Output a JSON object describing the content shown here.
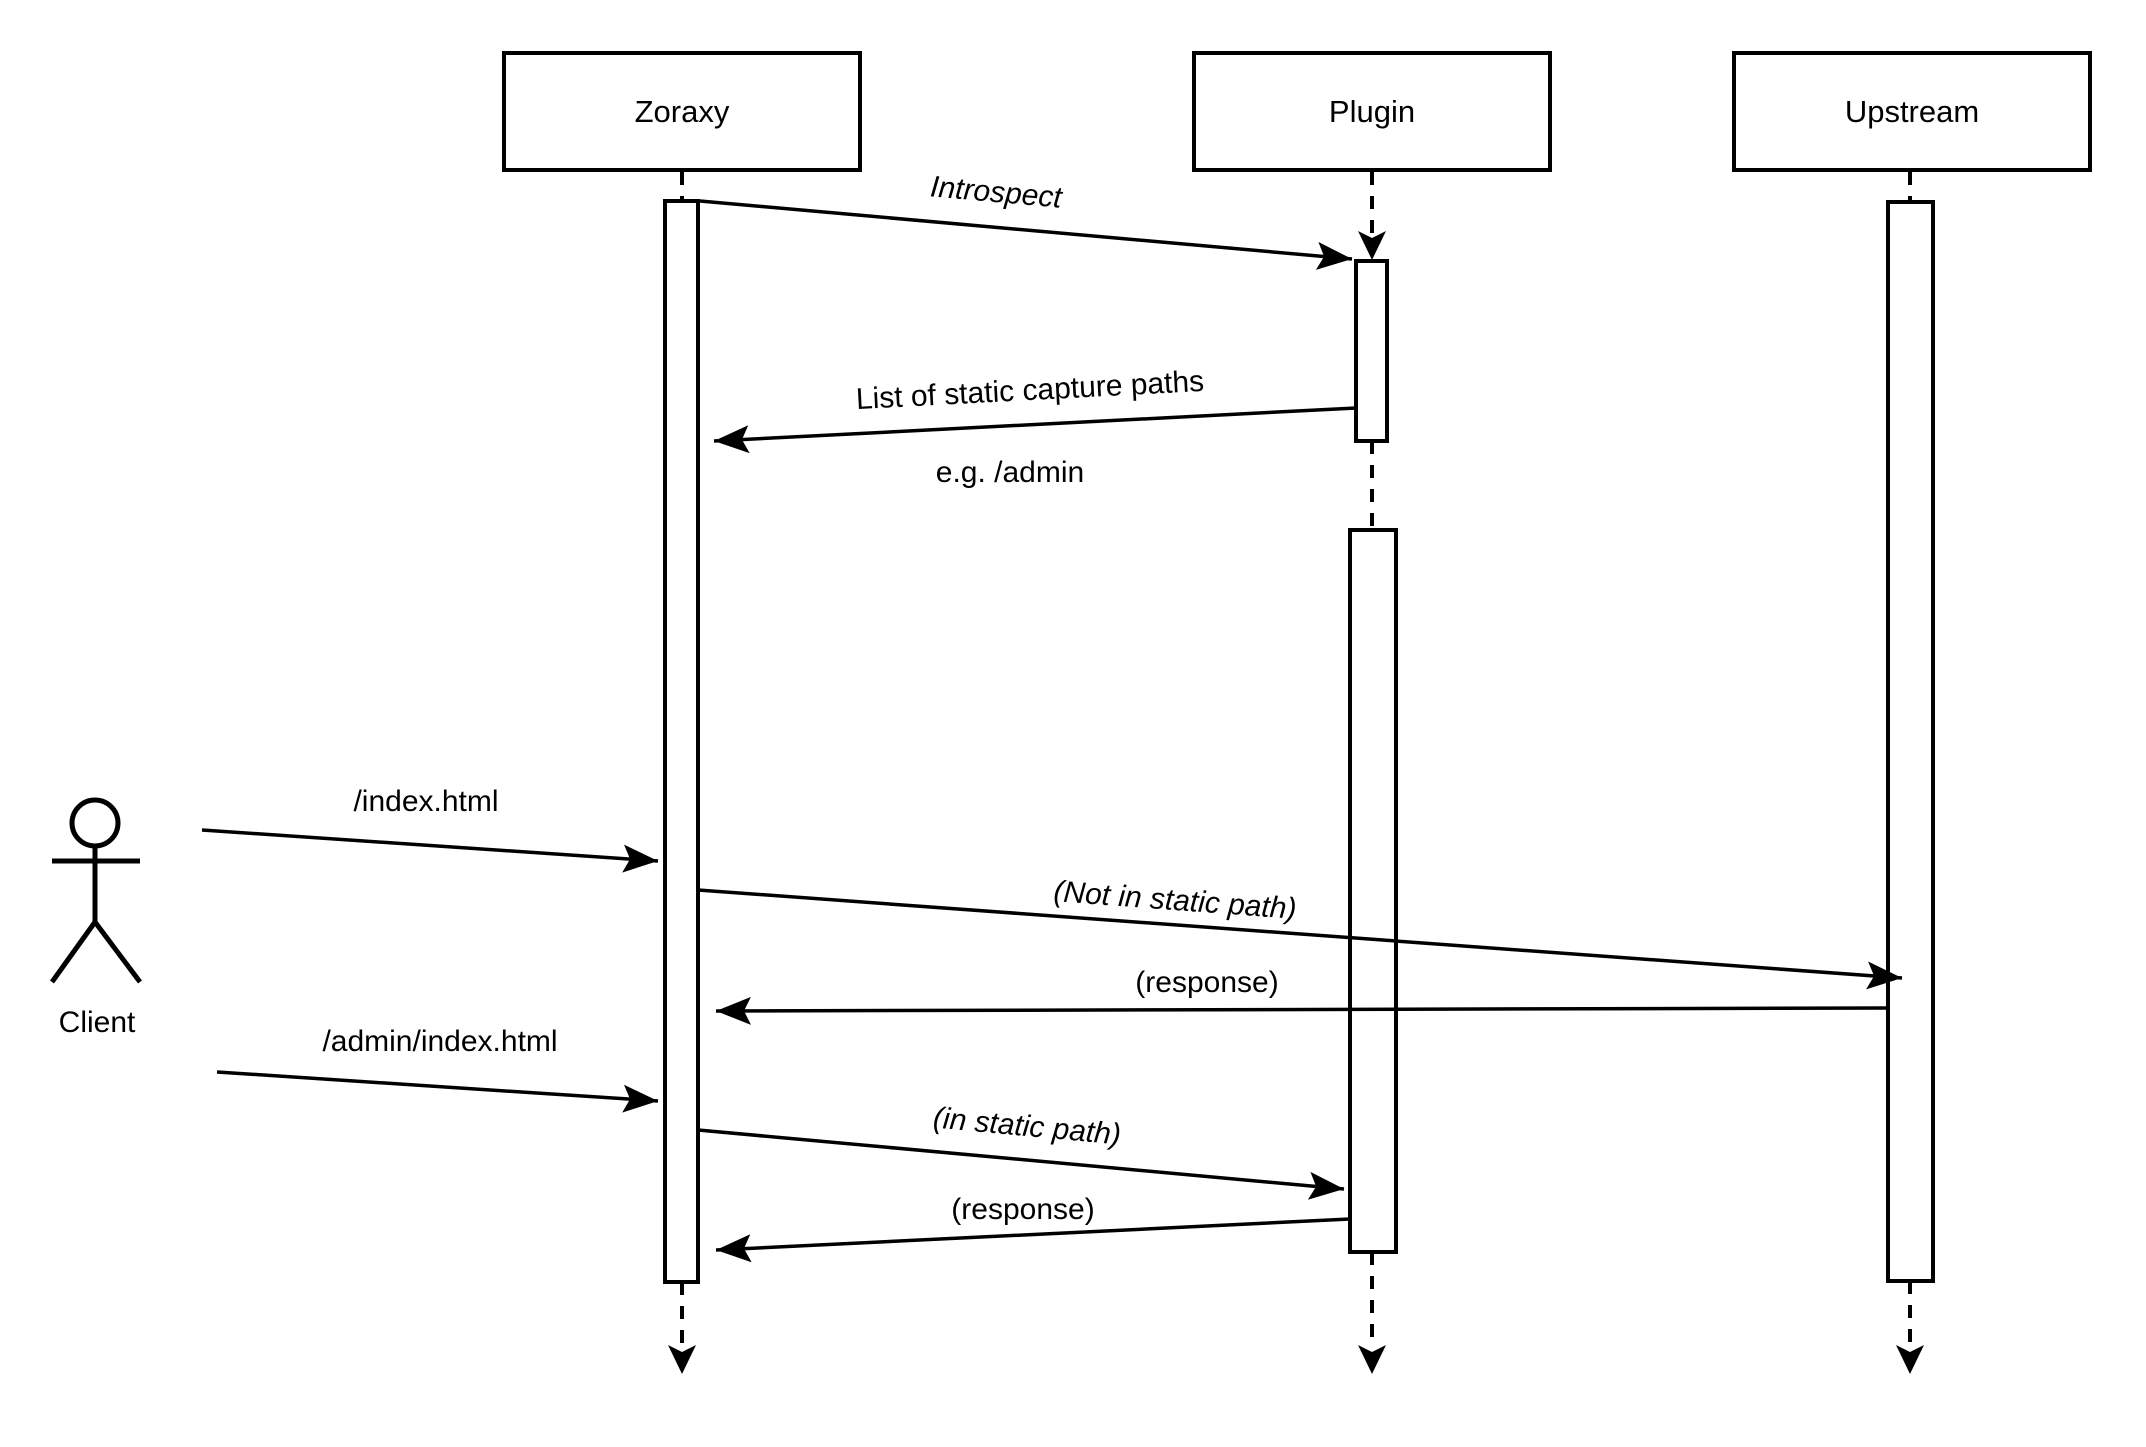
{
  "participants": [
    {
      "name": "Zoraxy"
    },
    {
      "name": "Plugin"
    },
    {
      "name": "Upstream"
    }
  ],
  "actor": {
    "name": "Client"
  },
  "messages": [
    {
      "text": "Introspect",
      "from": "Zoraxy",
      "to": "Plugin"
    },
    {
      "text": "List of static capture paths",
      "from": "Plugin",
      "to": "Zoraxy"
    },
    {
      "text": "e.g. /admin",
      "from": "Plugin",
      "to": "Zoraxy"
    },
    {
      "text": "/index.html",
      "from": "Client",
      "to": "Zoraxy"
    },
    {
      "text": "(Not in static path)",
      "from": "Zoraxy",
      "to": "Upstream"
    },
    {
      "text": "(response)",
      "from": "Upstream",
      "to": "Zoraxy"
    },
    {
      "text": "/admin/index.html",
      "from": "Client",
      "to": "Zoraxy"
    },
    {
      "text": "(in static path)",
      "from": "Zoraxy",
      "to": "Plugin"
    },
    {
      "text": "(response)",
      "from": "Plugin",
      "to": "Zoraxy"
    }
  ],
  "colors": {
    "stroke": "#000000",
    "background": "#ffffff"
  }
}
